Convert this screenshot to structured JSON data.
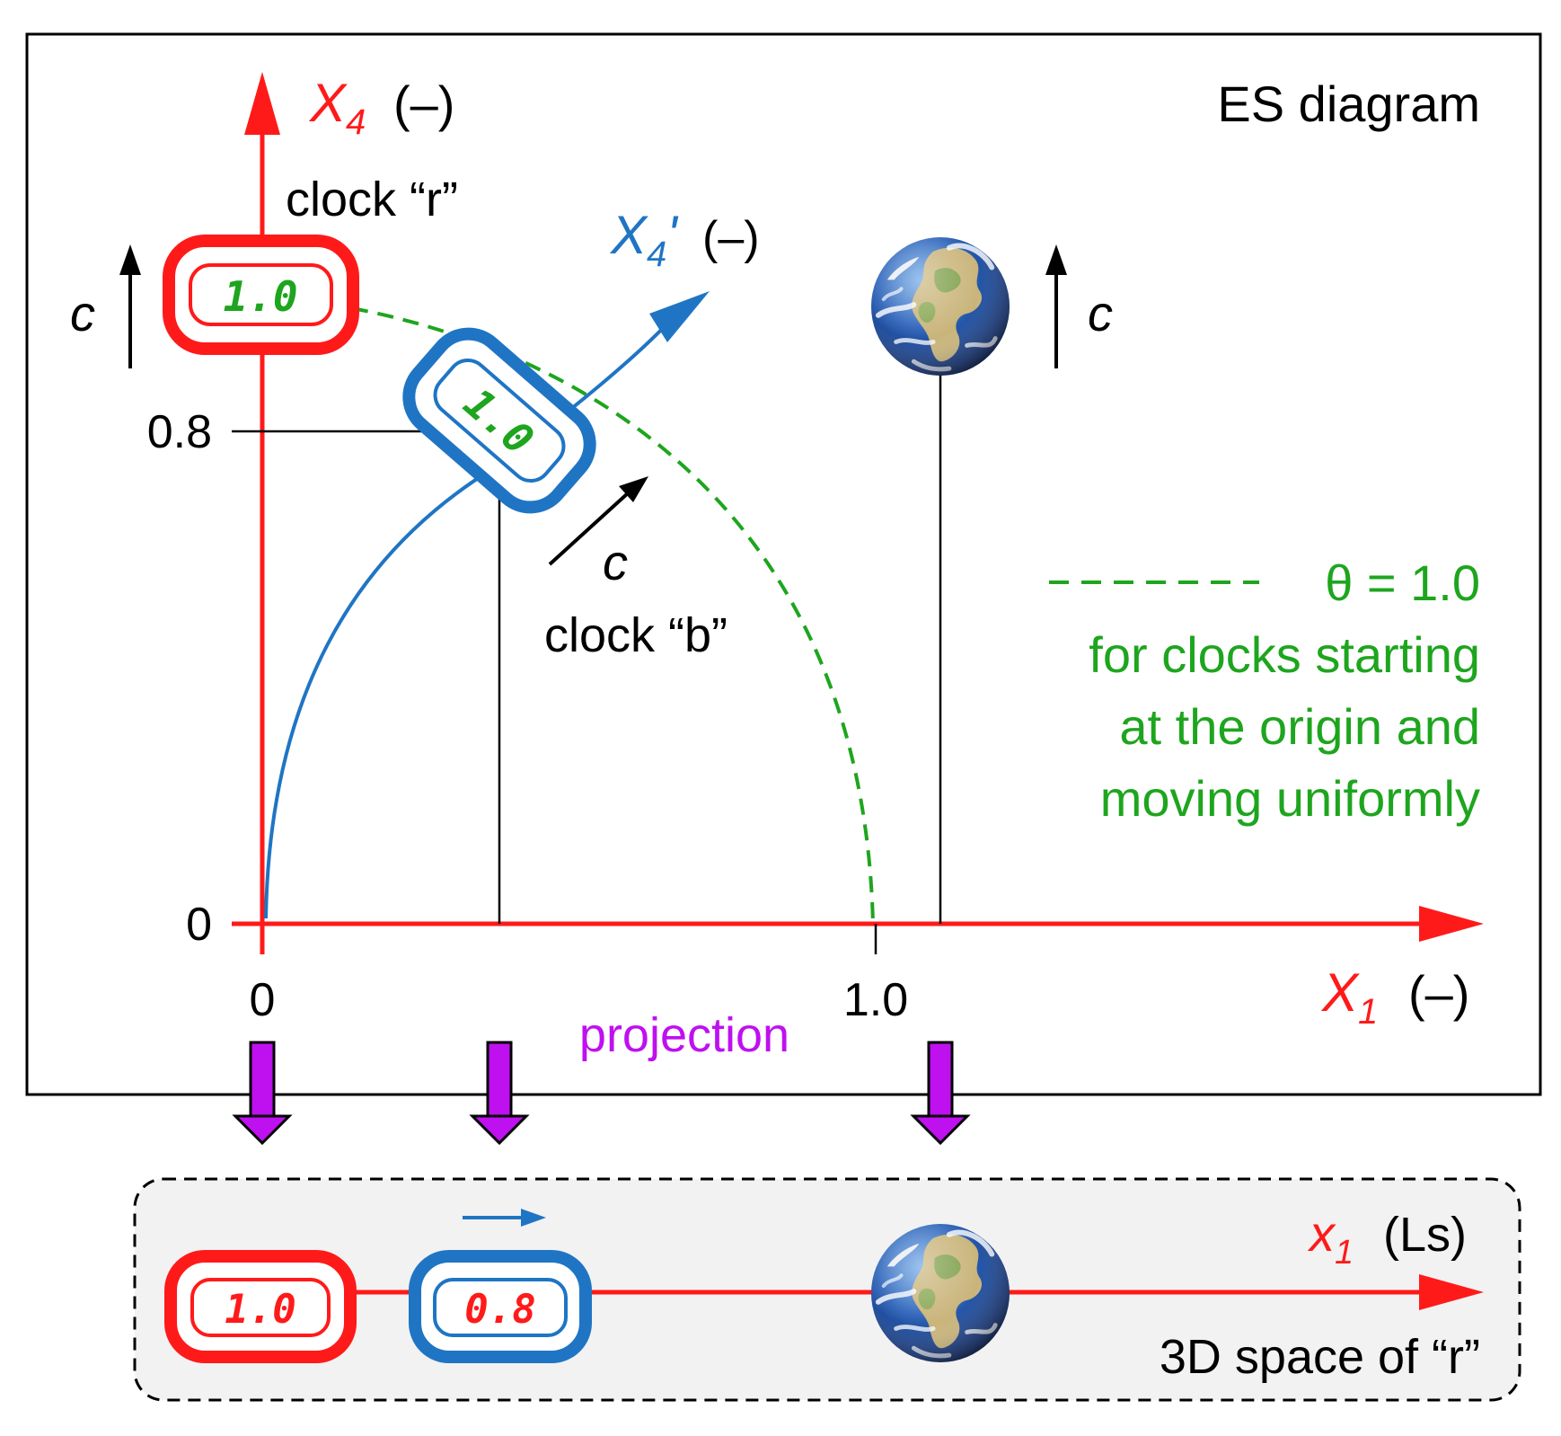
{
  "colors": {
    "red": "#ff1a1a",
    "blue": "#1f75c4",
    "green": "#1ea51e",
    "purple": "#bf10f0",
    "black": "#000000",
    "panel_fill": "#f2f2f2"
  },
  "icons": {
    "earth": "earth-icon",
    "clock": "digital-clock-icon"
  },
  "es_diagram": {
    "title": "ES diagram",
    "x4_axis": {
      "symbol": "X",
      "subscript": "4",
      "unit": "(–)"
    },
    "x4_prime_axis": {
      "symbol": "X",
      "subscript": "4",
      "prime": "'",
      "unit": "(–)"
    },
    "x1_axis": {
      "symbol": "X",
      "subscript": "1",
      "unit": "(–)"
    },
    "ticks": {
      "y_zero": "0",
      "y_08": "0.8",
      "x_zero": "0",
      "x_10": "1.0"
    },
    "clock_r": {
      "label": "clock “r”",
      "display": "1.0"
    },
    "clock_b": {
      "label": "clock “b”",
      "display": "1.0"
    },
    "speed_labels": {
      "left": "c",
      "right": "c",
      "clock_b": "c"
    },
    "legend": {
      "line1": "θ = 1.0",
      "line2": "for clocks starting",
      "line3": "at the origin and",
      "line4": "moving uniformly"
    },
    "projection_label": "projection"
  },
  "space_panel": {
    "axis": {
      "symbol": "x",
      "subscript": "1",
      "unit": "(Ls)"
    },
    "caption": "3D space of “r”",
    "clock_r_display": "1.0",
    "clock_b_display": "0.8"
  }
}
